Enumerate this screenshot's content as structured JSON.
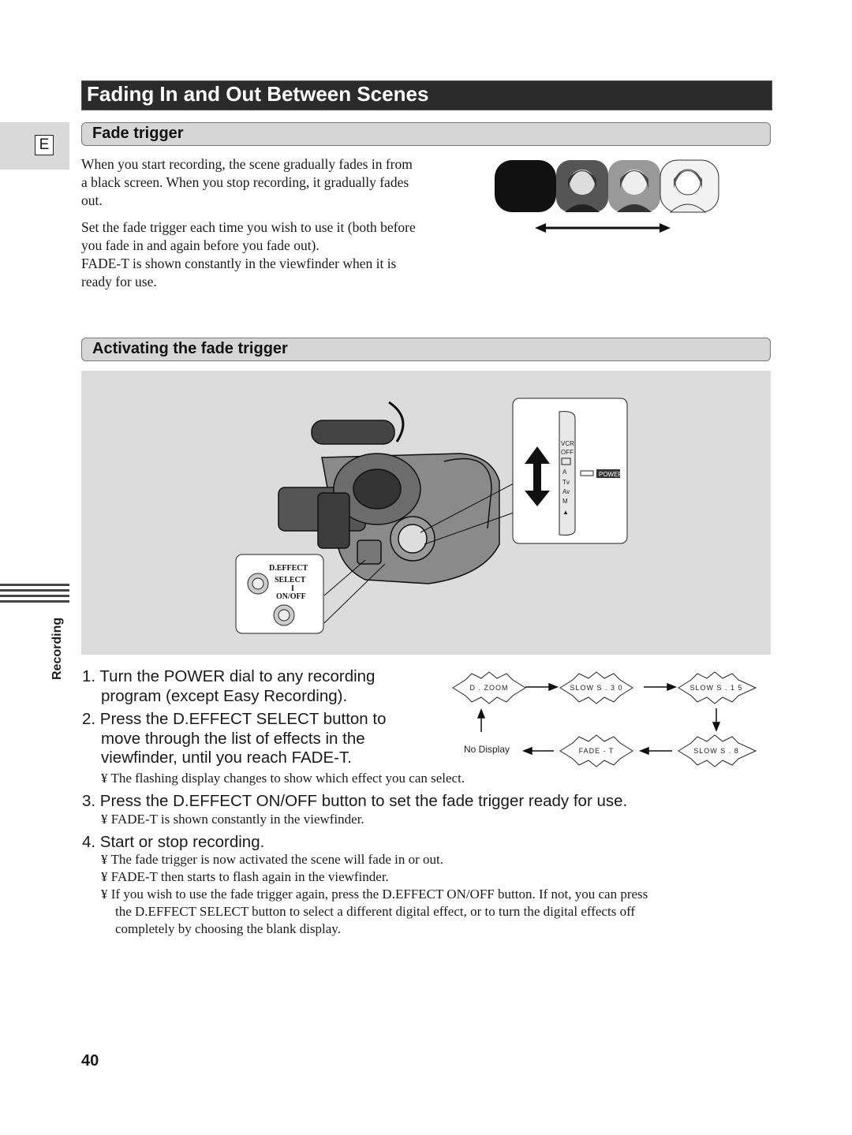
{
  "header": {
    "title": "Fading In and Out Between Scenes"
  },
  "tab": {
    "letter": "E"
  },
  "side": {
    "label": "Recording"
  },
  "section1": {
    "heading": "Fade trigger",
    "para1": "When you start recording, the scene gradually fades in from a black screen. When you stop recording, it gradually fades out.",
    "para2": "Set the fade trigger each time you wish to use it (both before you fade in and again before you fade out).",
    "para3": "FADE-T is shown constantly in the viewfinder when it is ready for use."
  },
  "section2": {
    "heading": "Activating the fade trigger"
  },
  "figure": {
    "dial_labels": [
      "VCR",
      "OFF",
      "",
      "A",
      "Tv",
      "Av",
      "M",
      "▲"
    ],
    "power_label": "POWER",
    "button_top": "D.EFFECT",
    "button_mid": "SELECT",
    "button_sep": "I",
    "button_bottom": "ON/OFF"
  },
  "steps": {
    "s1a": "1.  Turn the POWER dial to any recording",
    "s1b": "program (except Easy Recording).",
    "s2a": "2.  Press the D.EFFECT SELECT button to",
    "s2b": "move through the list of effects in the",
    "s2c": "viewfinder, until you reach FADE-T.",
    "b2": "¥  The flashing display changes to show which effect you can select.",
    "s3": "3.  Press the D.EFFECT ON/OFF button to set the fade trigger ready for use.",
    "b3": "¥  FADE-T is shown constantly in the viewfinder.",
    "s4": "4.  Start or stop recording.",
    "b4a": "¥  The fade trigger is now activated   the scene will fade in or out.",
    "b4b": "¥  FADE-T then starts to flash again in the viewfinder.",
    "b4c": "¥  If you wish to use the fade trigger again, press the D.EFFECT ON/OFF button. If not, you can press",
    "b4d": "the D.EFFECT SELECT button to select a different digital effect, or to turn the digital effects off",
    "b4e": "completely by choosing the blank display."
  },
  "effects": {
    "dzoom": "D . ZOOM",
    "slow30": "SLOW  S . 3 0",
    "slow15": "SLOW  S . 1 5",
    "slow8": "SLOW  S . 8",
    "fadet": "FADE - T",
    "nodisplay": "No Display"
  },
  "page_number": "40"
}
